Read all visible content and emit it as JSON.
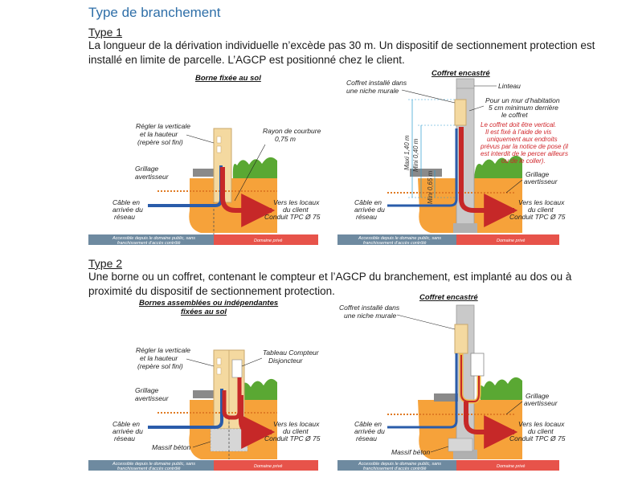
{
  "title": "Type de branchement",
  "type1": {
    "heading": "Type 1",
    "text": "La longueur de la dérivation individuelle n’excède pas 30 m. Un dispositif de sectionnement protection est installé en limite de parcelle. L’AGCP est positionné chez le client.",
    "diagram_left": {
      "title": "Borne fixée au sol",
      "reglage_1": "Régler la verticale",
      "reglage_2": "et la hauteur",
      "reglage_3": "(repère sol fini)",
      "rayon_1": "Rayon de courbure",
      "rayon_2": "0,75 m",
      "grillage_1": "Grillage",
      "grillage_2": "avertisseur",
      "cable_1": "Câble en",
      "cable_2": "arrivée du",
      "cable_3": "réseau",
      "vers_1": "Vers les locaux",
      "vers_2": "du client",
      "vers_3": "Conduit TPC Ø 75",
      "band_public_1": "Accessible depuis le domaine public, sans",
      "band_public_2": "franchissement d’accès contrôlé",
      "band_prive": "Domaine privé"
    },
    "diagram_right": {
      "title": "Coffret encastré",
      "coffret_1": "Coffret installé dans",
      "coffret_2": "une niche murale",
      "linteau": "Linteau",
      "mur_1": "Pour un mur d’habitation",
      "mur_2": "5 cm minimum derrière",
      "mur_3": "le coffret",
      "red_1": "Le coffret doit être vertical.",
      "red_2": "Il est fixé à l’aide de vis",
      "red_3": "uniquement aux endroits",
      "red_4": "prévus par la notice de pose (il",
      "red_5": "est interdit de le percer ailleurs",
      "red_6": "ou de le coller).",
      "dim_maxi": "Maxi 1,40 m",
      "dim_mini040": "Mini 0,40 m",
      "dim_mini065": "Mini 0,65 m",
      "grillage_1": "Grillage",
      "grillage_2": "avertisseur",
      "cable_1": "Câble en",
      "cable_2": "arrivée du",
      "cable_3": "réseau",
      "vers_1": "Vers les locaux",
      "vers_2": "du client",
      "vers_3": "Conduit TPC Ø 75",
      "band_public_1": "Accessible depuis le domaine public, sans",
      "band_public_2": "franchissement d’accès contrôlé",
      "band_prive": "Domaine privé"
    }
  },
  "type2": {
    "heading": "Type 2",
    "text": "Une borne ou un coffret, contenant le compteur et l’AGCP du branchement, est implanté au dos ou à proximité du dispositif de sectionnement protection.",
    "diagram_left": {
      "title_1": "Bornes assemblées ou indépendantes",
      "title_2": "fixées au sol",
      "reglage_1": "Régler la verticale",
      "reglage_2": "et la hauteur",
      "reglage_3": "(repère sol fini)",
      "tableau_1": "Tableau Compteur",
      "tableau_2": "Disjoncteur",
      "grillage_1": "Grillage",
      "grillage_2": "avertisseur",
      "cable_1": "Câble en",
      "cable_2": "arrivée du",
      "cable_3": "réseau",
      "vers_1": "Vers les locaux",
      "vers_2": "du client",
      "vers_3": "Conduit TPC Ø 75",
      "massif": "Massif béton",
      "band_public_1": "Accessible depuis le domaine public, sans",
      "band_public_2": "franchissement d’accès contrôlé",
      "band_prive": "Domaine privé"
    },
    "diagram_right": {
      "title": "Coffret encastré",
      "coffret_1": "Coffret installé dans",
      "coffret_2": "une niche murale",
      "grillage_1": "Grillage",
      "grillage_2": "avertisseur",
      "cable_1": "Câble en",
      "cable_2": "arrivée du",
      "cable_3": "réseau",
      "vers_1": "Vers les locaux",
      "vers_2": "du client",
      "vers_3": "Conduit TPC Ø 75",
      "massif": "Massif béton",
      "band_public_1": "Accessible depuis le domaine public, sans",
      "band_public_2": "franchissement d’accès contrôlé",
      "band_prive": "Domaine privé"
    }
  },
  "colors": {
    "title": "#2f6fa8",
    "cable_red": "#c62828",
    "cable_blue": "#2a5caa",
    "soil": "#f6a23a",
    "grass": "#5aa833",
    "borne": "#f4d9a0",
    "wall": "#c9c9c9",
    "band_public": "#6e8aa0",
    "band_prive": "#e7534a",
    "warning_text": "#d0252a"
  }
}
